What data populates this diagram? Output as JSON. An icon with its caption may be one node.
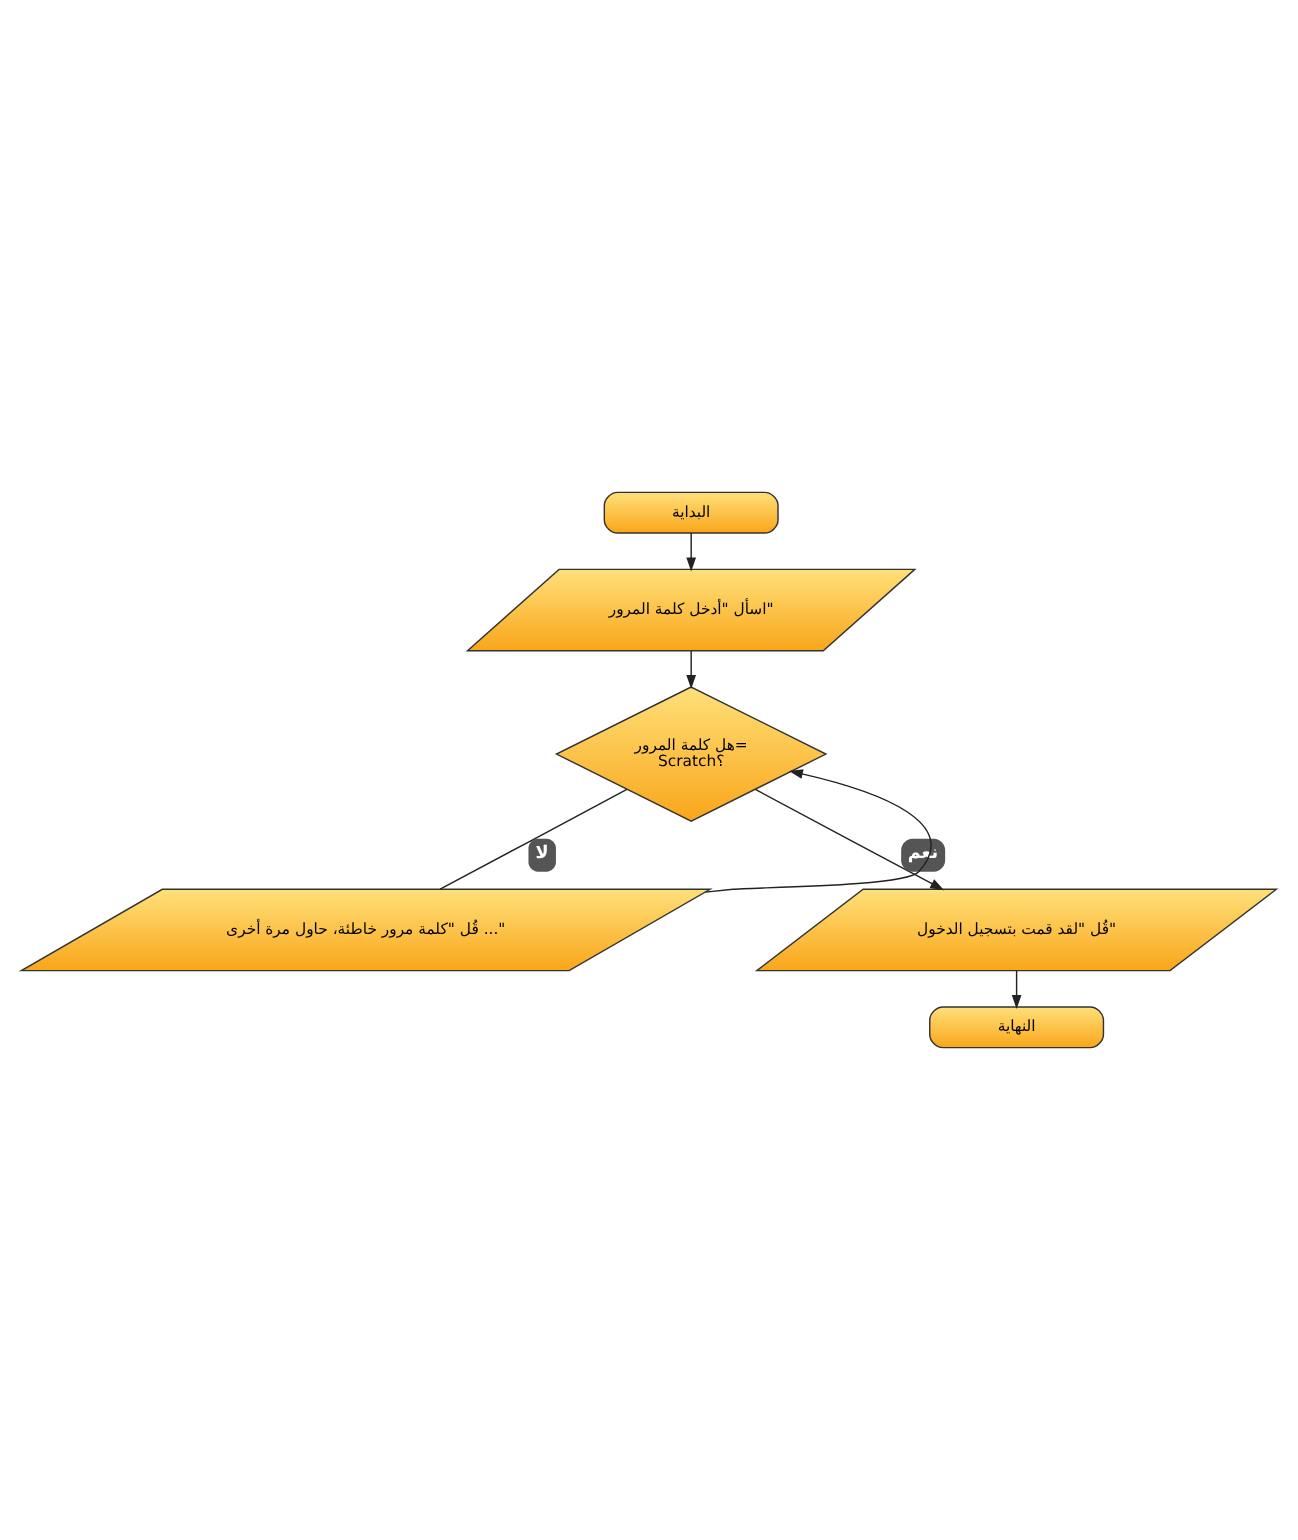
{
  "diagram": {
    "nodes": [
      {
        "text": [
          "البداية"
        ]
      },
      {
        "text": [
          "اسأل \"أدخل كلمة المرور\""
        ]
      },
      {
        "text": [
          "هل كلمة المرور=",
          "Scratch؟"
        ]
      },
      {
        "text": [
          "قُل \"كلمة مرور خاطئة، حاول مرة أخرى ...\""
        ]
      },
      {
        "text": [
          "قُل \"لقد قمت بتسجيل الدخول\""
        ]
      },
      {
        "text": [
          "النهاية"
        ]
      }
    ],
    "edges": [
      {
        "from": 0,
        "to": 1,
        "arrow": "to"
      },
      {
        "from": 1,
        "to": 2,
        "arrow": "to"
      },
      {
        "from": 2,
        "to": 3,
        "label": "لا",
        "arrow": "none"
      },
      {
        "from": 3,
        "to": 2,
        "arrow": "to"
      },
      {
        "from": 2,
        "to": 4,
        "label": "نعم",
        "arrow": "to"
      },
      {
        "from": 4,
        "to": 5,
        "arrow": "to"
      }
    ]
  }
}
